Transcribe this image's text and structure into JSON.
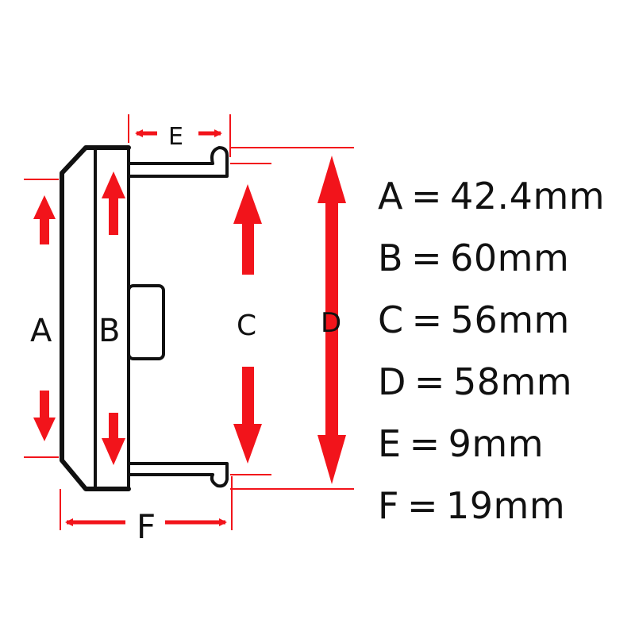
{
  "colors": {
    "arrow": "#f2141b",
    "outline": "#111111",
    "background": "#ffffff"
  },
  "diagram": {
    "labels": {
      "a": "A",
      "b": "B",
      "c": "C",
      "d": "D",
      "e": "E",
      "f": "F"
    }
  },
  "specs": [
    {
      "key": "A",
      "sep": "=",
      "value": "42.4mm"
    },
    {
      "key": "B",
      "sep": "=",
      "value": "60mm"
    },
    {
      "key": "C",
      "sep": "=",
      "value": "56mm"
    },
    {
      "key": "D",
      "sep": "=",
      "value": "58mm"
    },
    {
      "key": "E",
      "sep": "=",
      "value": "9mm"
    },
    {
      "key": "F",
      "sep": "=",
      "value": "19mm"
    }
  ]
}
